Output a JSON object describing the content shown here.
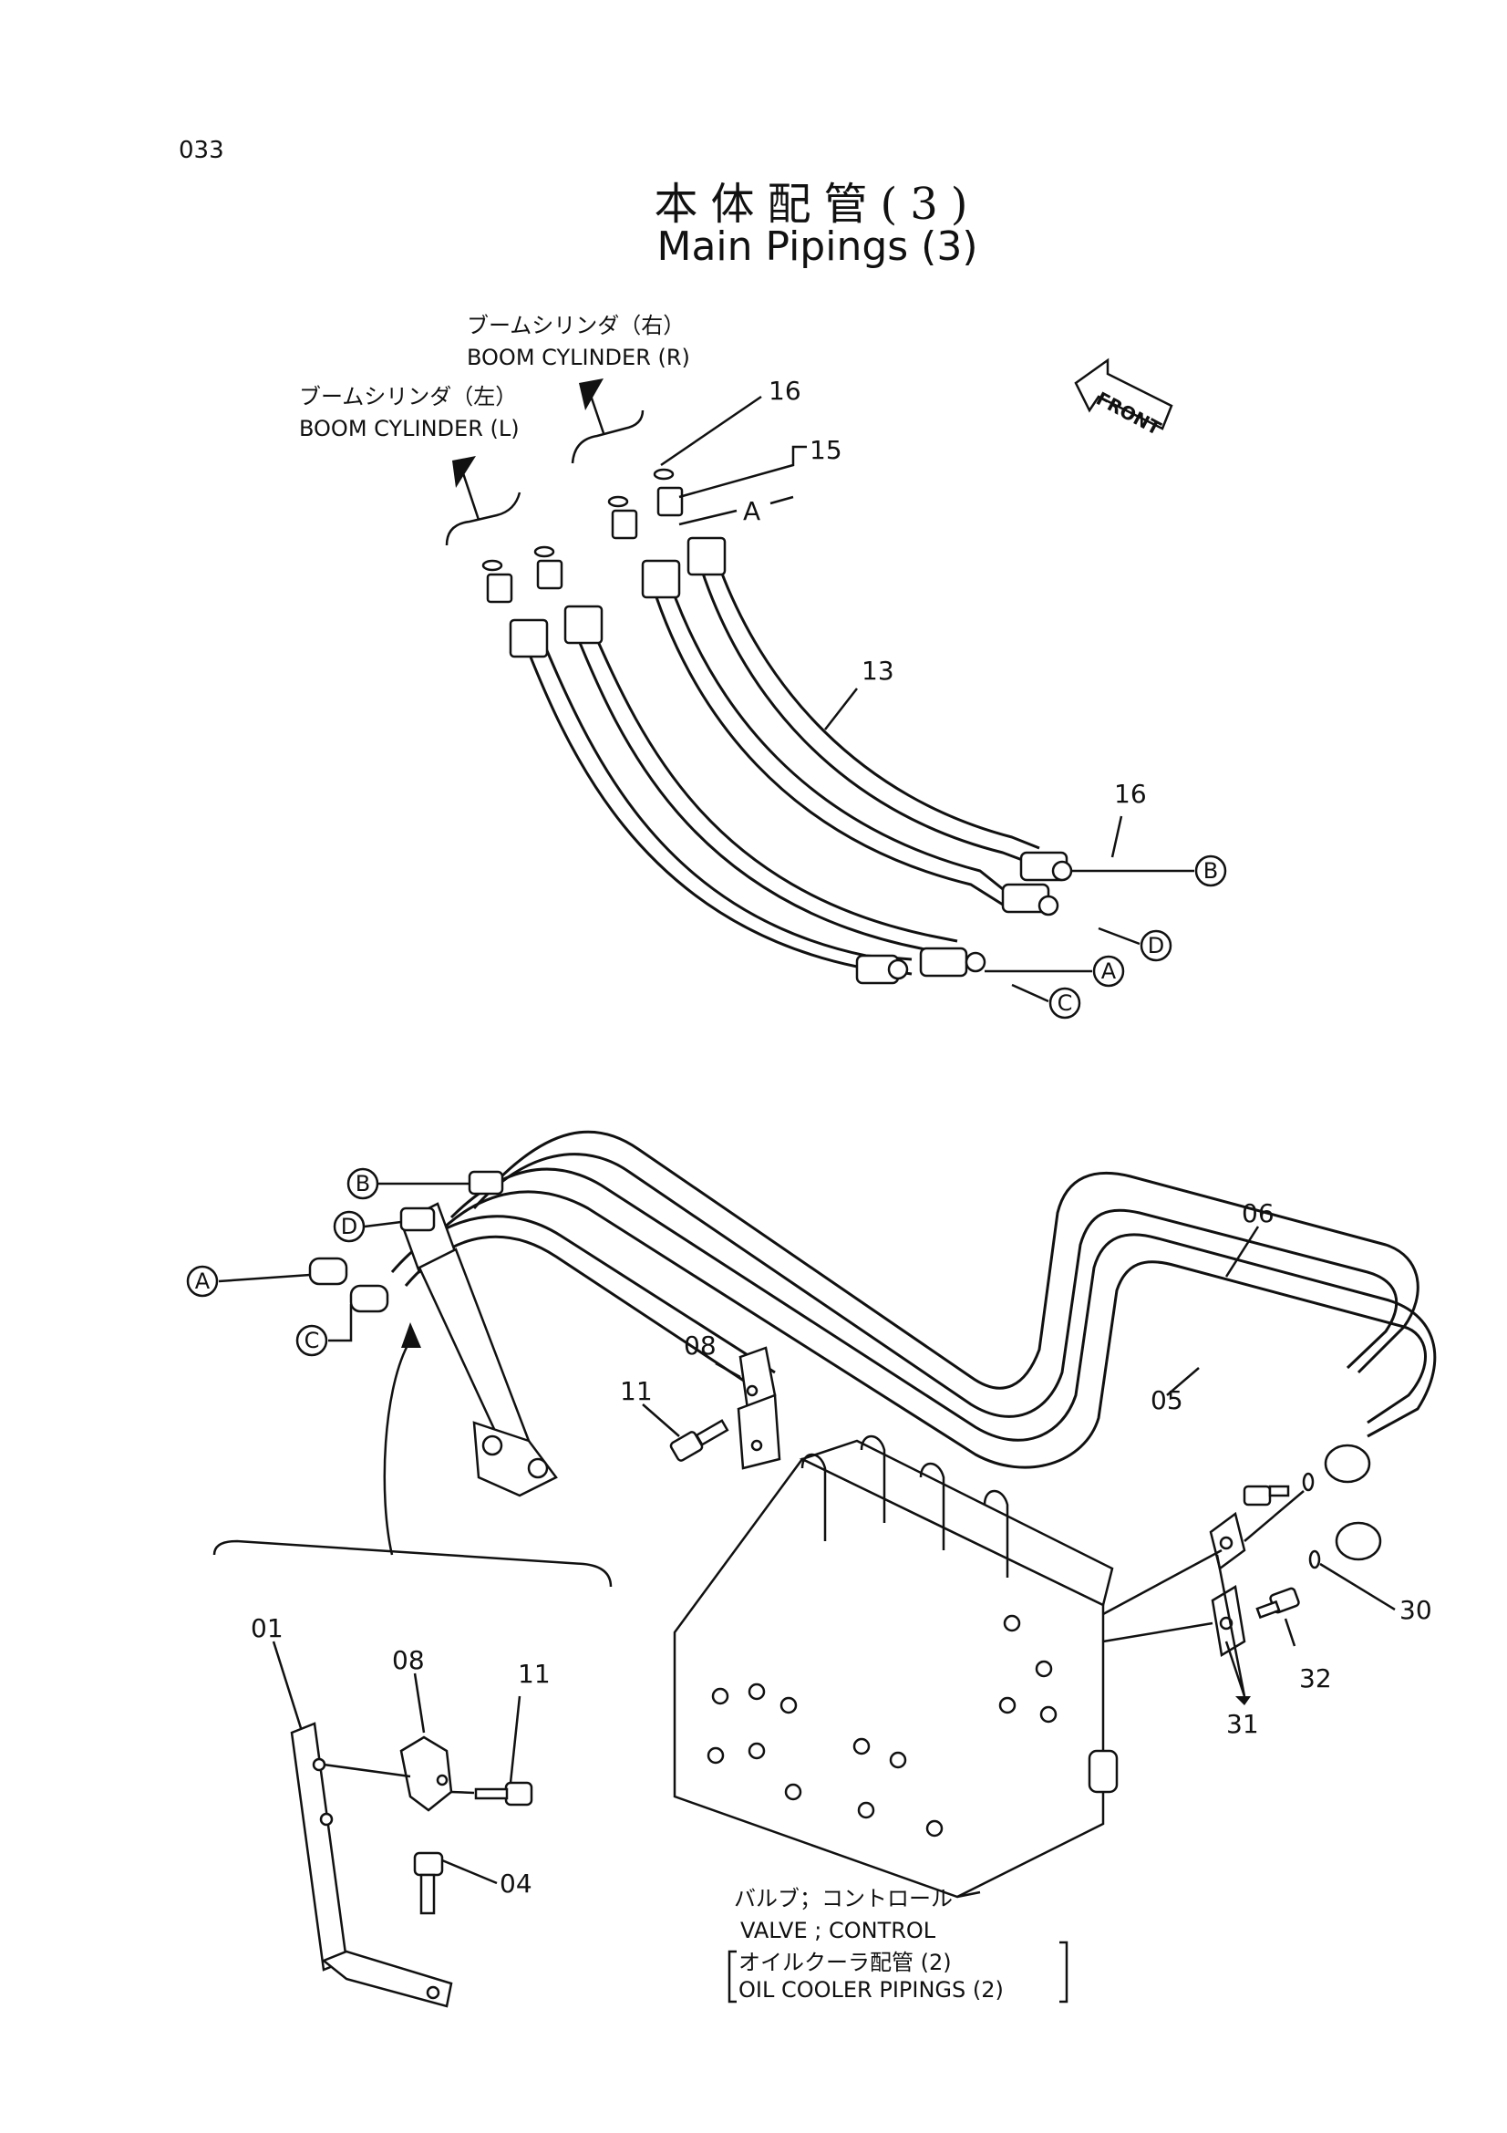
{
  "page_number": "033",
  "title_jp": "本体配管(3)",
  "title_en": "Main Pipings (3)",
  "front_label": "FRONT",
  "boom_r_jp": "ブームシリンダ（右）",
  "boom_r_en": "BOOM CYLINDER (R)",
  "boom_l_jp": "ブームシリンダ（左）",
  "boom_l_en": "BOOM CYLINDER (L)",
  "valve_jp": "バルブ；コントロール",
  "valve_en": "VALVE ; CONTROL",
  "cooler_jp": "オイルクーラ配管 (2)",
  "cooler_en": "OIL COOLER PIPINGS (2)",
  "parts": {
    "p16a": "16",
    "p15": "15",
    "pA_label": "A",
    "p13": "13",
    "p16b": "16",
    "p06": "06",
    "p05": "05",
    "p08a": "08",
    "p11a": "11",
    "p30": "30",
    "p32": "32",
    "p31": "31",
    "p01": "01",
    "p08b": "08",
    "p11b": "11",
    "p04": "04"
  },
  "refs": {
    "b1": "B",
    "d1": "D",
    "a1": "A",
    "c1": "C",
    "b2": "B",
    "d2": "D",
    "a2": "A",
    "c2": "C"
  }
}
